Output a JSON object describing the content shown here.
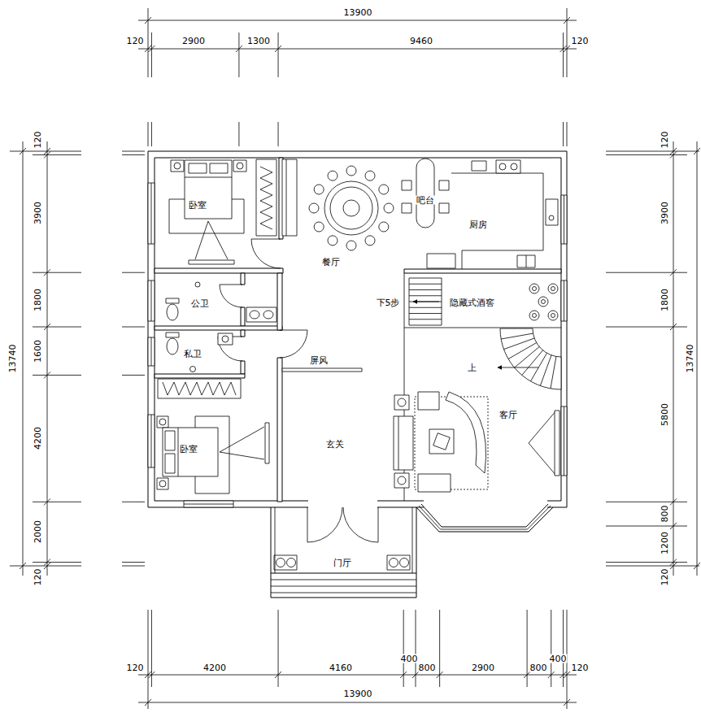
{
  "diagram": {
    "labels": [
      "13900",
      "120",
      "2900",
      "1300",
      "9460",
      "120",
      "120",
      "3900",
      "1800",
      "1600",
      "4200",
      "2000",
      "120",
      "13740",
      "卧室",
      "吧台",
      "厨房",
      "餐厅",
      "公卫",
      "下5步",
      "隐藏式酒窖",
      "私卫",
      "屏风",
      "上",
      "卧室",
      "客厅",
      "玄关",
      "门厅",
      "120",
      "3900",
      "1800",
      "5800",
      "800",
      "1200",
      "120",
      "13740",
      "120",
      "4200",
      "4160",
      "400",
      "800",
      "2900",
      "800",
      "400",
      "120",
      "13900"
    ]
  }
}
